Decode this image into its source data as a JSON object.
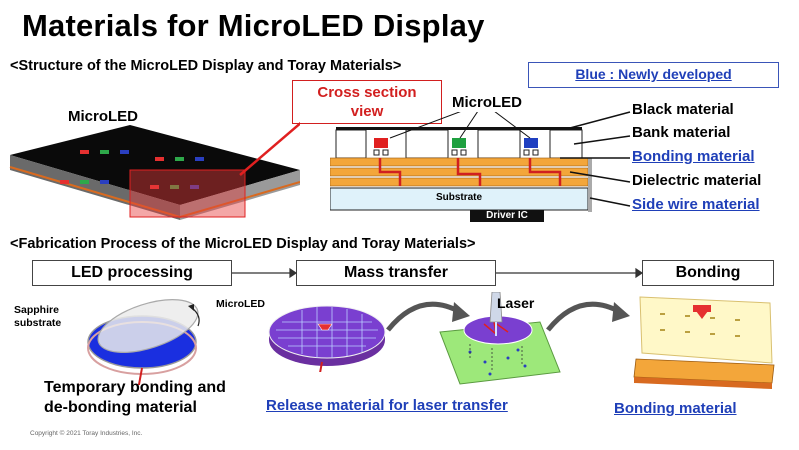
{
  "title": "Materials for MicroLED Display",
  "structure": {
    "heading": "<Structure of the MicroLED Display and Toray Materials>",
    "legend": "Blue : Newly developed",
    "cross_section_label": "Cross section\nview",
    "microled_label_left": "MicroLED",
    "microled_label_right": "MicroLED",
    "substrate_label": "Substrate",
    "driver_ic_label": "Driver IC",
    "materials": [
      {
        "label": "Black material",
        "new": false
      },
      {
        "label": "Bank material",
        "new": false
      },
      {
        "label": "Bonding material",
        "new": true
      },
      {
        "label": "Dielectric material",
        "new": false
      },
      {
        "label": "Side wire material",
        "new": true
      }
    ]
  },
  "fabrication": {
    "heading": "<Fabrication Process of the MicroLED Display and Toray Materials>",
    "steps": [
      "LED processing",
      "Mass transfer",
      "Bonding"
    ],
    "sapphire_label": "Sapphire\nsubstrate",
    "microled_label": "MicroLED",
    "laser_label": "Laser",
    "materials": [
      {
        "label": "Temporary bonding and\nde-bonding material",
        "new": false
      },
      {
        "label": "Release material for laser transfer",
        "new": true
      },
      {
        "label": "Bonding material",
        "new": true
      }
    ]
  },
  "copyright": "Copyright © 2021 Toray Industries, Inc.",
  "colors": {
    "new_material": "#1f3fb8",
    "accent_red": "#d21f1f",
    "dielectric": "#f0a030",
    "substrate": "#d8f0f8"
  }
}
